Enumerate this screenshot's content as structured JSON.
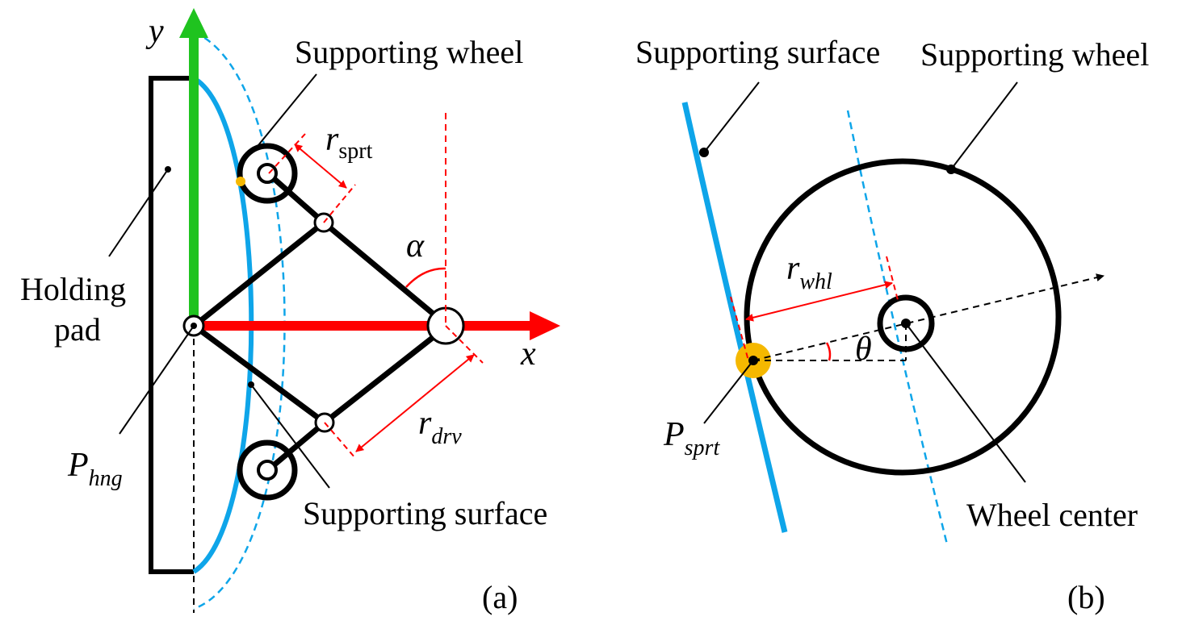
{
  "panel_a": {
    "label": "(a)",
    "axis_x": "x",
    "axis_y": "y",
    "angle_symbol": "α",
    "supporting_wheel": "Supporting wheel",
    "holding_pad_line1": "Holding",
    "holding_pad_line2": "pad",
    "supporting_surface": "Supporting surface",
    "r_sprt_main": "r",
    "r_sprt_sub": "sprt",
    "r_drv_main": "r",
    "r_drv_sub": "drv",
    "p_hng_main": "P",
    "p_hng_sub": "hng"
  },
  "panel_b": {
    "label": "(b)",
    "supporting_surface": "Supporting surface",
    "supporting_wheel": "Supporting wheel",
    "wheel_center": "Wheel center",
    "theta_symbol": "θ",
    "r_whl_main": "r",
    "r_whl_sub": "whl",
    "p_sprt_main": "P",
    "p_sprt_sub": "sprt"
  },
  "colors": {
    "x_axis": "#ff0000",
    "y_axis": "#1fc31f",
    "surface": "#0ea5e9",
    "dimension": "#ff0000",
    "contact_point": "#f5b800",
    "structure": "#000000"
  }
}
